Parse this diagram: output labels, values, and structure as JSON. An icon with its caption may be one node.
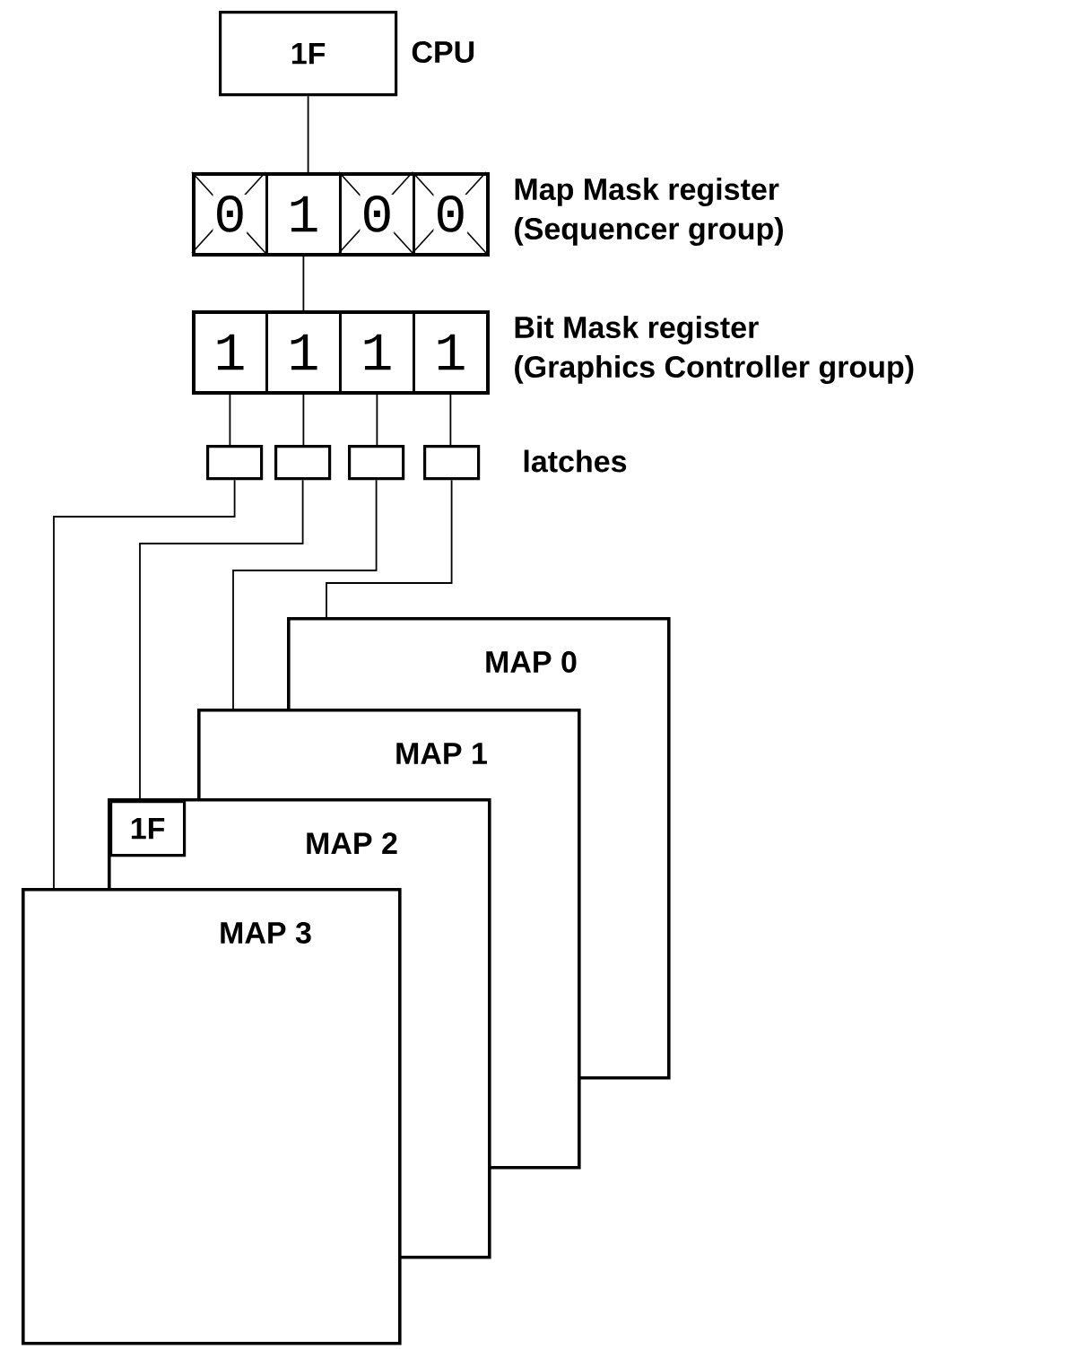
{
  "diagram": {
    "nodes": [
      {
        "text": [
          "1F"
        ],
        "beside": [
          "CPU"
        ]
      },
      {
        "text": [
          "Map Mask register",
          "(Sequencer group)"
        ]
      },
      {
        "text": [
          "0"
        ],
        "in": 1
      },
      {
        "text": [
          "1"
        ],
        "in": 1
      },
      {
        "text": [
          "0"
        ],
        "in": 1
      },
      {
        "text": [
          "0"
        ],
        "in": 1
      },
      {
        "text": [
          "Bit Mask register",
          "(Graphics Controller group)"
        ]
      },
      {
        "text": [
          "1"
        ],
        "in": 6
      },
      {
        "text": [
          "1"
        ],
        "in": 6
      },
      {
        "text": [
          "1"
        ],
        "in": 6
      },
      {
        "text": [
          "1"
        ],
        "in": 6
      },
      {
        "text": [],
        "shape": "box"
      },
      {
        "text": [],
        "shape": "box"
      },
      {
        "text": [],
        "shape": "box"
      },
      {
        "text": [],
        "shape": "box"
      },
      {
        "text": [
          "MAP 0"
        ]
      },
      {
        "text": [
          "MAP 1"
        ]
      },
      {
        "text": [
          "MAP 2"
        ]
      },
      {
        "text": [
          "1F"
        ],
        "in": 17
      },
      {
        "text": [
          "MAP 3"
        ]
      }
    ],
    "edges": [
      {
        "from": 0,
        "to": 3,
        "arrow": "none"
      },
      {
        "from": 3,
        "to": 8,
        "arrow": "none"
      },
      {
        "from": 7,
        "to": 11,
        "arrow": "none"
      },
      {
        "from": 8,
        "to": 12,
        "arrow": "none"
      },
      {
        "from": 9,
        "to": 13,
        "arrow": "none"
      },
      {
        "from": 10,
        "to": 14,
        "arrow": "none"
      },
      {
        "from": 11,
        "to": 19,
        "arrow": "none"
      },
      {
        "from": 12,
        "to": 18,
        "arrow": "none"
      },
      {
        "from": 13,
        "to": 16,
        "arrow": "none"
      },
      {
        "from": 14,
        "to": 15,
        "arrow": "none"
      }
    ],
    "labels": [
      "latches"
    ]
  }
}
